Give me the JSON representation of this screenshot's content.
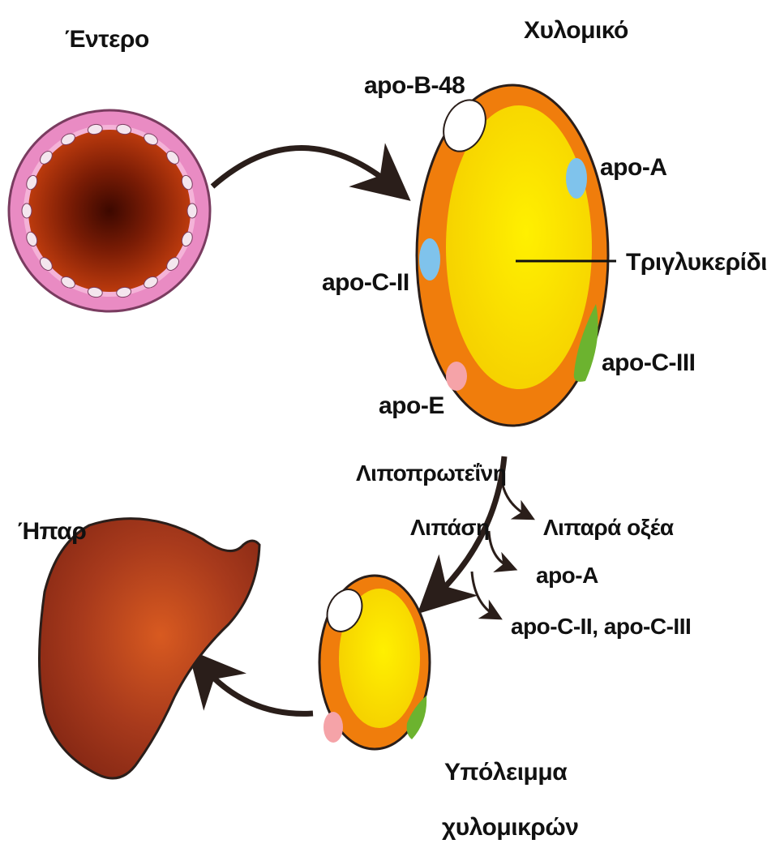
{
  "labels": {
    "intestine": "Έντερο",
    "chylomicron": "Χυλομικό",
    "apo_b48": "apo-B-48",
    "apo_a": "apo-A",
    "triglyceride": "Τριγλυκερίδιο",
    "apo_c2": "apo-C-II",
    "apo_c3": "apo-C-III",
    "apo_e": "apo-E",
    "lipoprotein": "Λιποπρωτεΐνη",
    "lipase": "Λιπάση",
    "fatty_acids": "Λιπαρά οξέα",
    "apo_a_released": "apo-A",
    "apo_c_released": "apo-C-II, apo-C-III",
    "liver": "Ήπαρ",
    "remnant_line1": "Υπόλειμμα",
    "remnant_line2": "χυλομικρών"
  },
  "colors": {
    "ring_pink": "#e98bc3",
    "lumen_dark": "#4a0d00",
    "lumen_mid": "#b8340c",
    "chylo_orange": "#f07d0c",
    "chylo_yellow": "#f7dd00",
    "apo_b48": "#ffffff",
    "apo_a": "#7fc3ec",
    "apo_c3": "#6cb32f",
    "apo_e": "#f5a3a8",
    "liver": "#a5331b",
    "arrow": "#2a1e1a"
  }
}
